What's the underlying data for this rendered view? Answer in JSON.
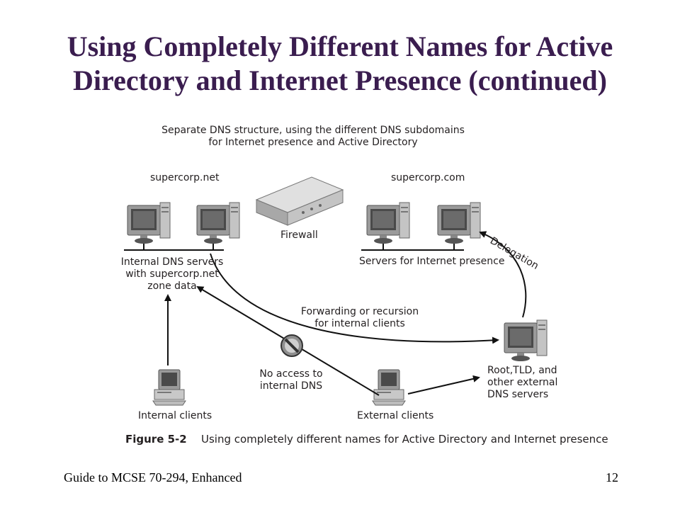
{
  "slide": {
    "title_line1": "Using Completely Different Names for Active",
    "title_line2": "Directory and Internet Presence (continued)",
    "footer_left": "Guide to MCSE 70-294, Enhanced",
    "page_number": "12"
  },
  "figure": {
    "heading_line1": "Separate DNS structure, using the different DNS subdomains",
    "heading_line2": "for Internet presence and Active Directory",
    "left_domain": "supercorp.net",
    "right_domain": "supercorp.com",
    "firewall_label": "Firewall",
    "internal_servers_line1": "Internal DNS servers",
    "internal_servers_line2": "with supercorp.net",
    "internal_servers_line3": "zone data",
    "internet_servers_label": "Servers for Internet presence",
    "delegation_label": "Delegation",
    "forwarding_line1": "Forwarding or recursion",
    "forwarding_line2": "for internal clients",
    "no_access_line1": "No access to",
    "no_access_line2": "internal DNS",
    "root_line1": "Root,TLD, and",
    "root_line2": "other external",
    "root_line3": "DNS servers",
    "internal_clients_label": "Internal clients",
    "external_clients_label": "External clients",
    "caption_number": "Figure 5-2",
    "caption_text": "Using completely different names for Active Directory and Internet presence"
  },
  "colors": {
    "title": "#3a1d4f",
    "device_gray": "#8c8c8c",
    "screen": "#555555"
  },
  "icons": [
    "server-computer-icon",
    "firewall-appliance-icon",
    "client-computer-icon",
    "no-access-icon"
  ]
}
